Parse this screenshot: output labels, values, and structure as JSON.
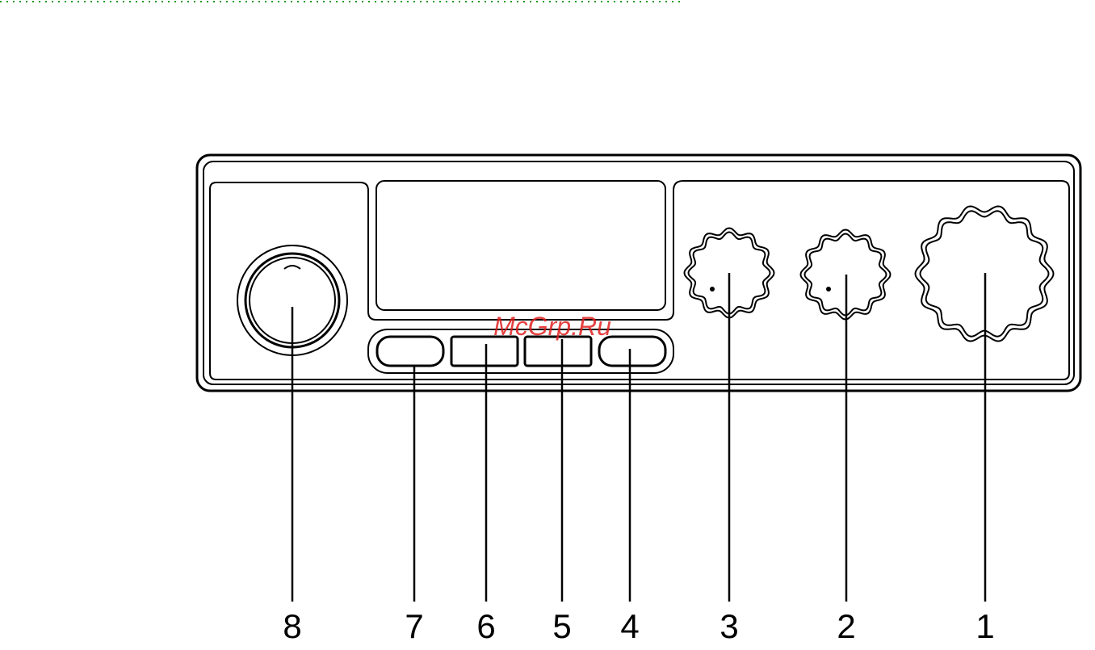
{
  "watermark": "McGrp.Ru",
  "colors": {
    "line": "#000000",
    "watermark": "#e02020",
    "border_dots": "#1a9a1a"
  },
  "callouts": [
    "8",
    "7",
    "6",
    "5",
    "4",
    "3",
    "2",
    "1"
  ]
}
